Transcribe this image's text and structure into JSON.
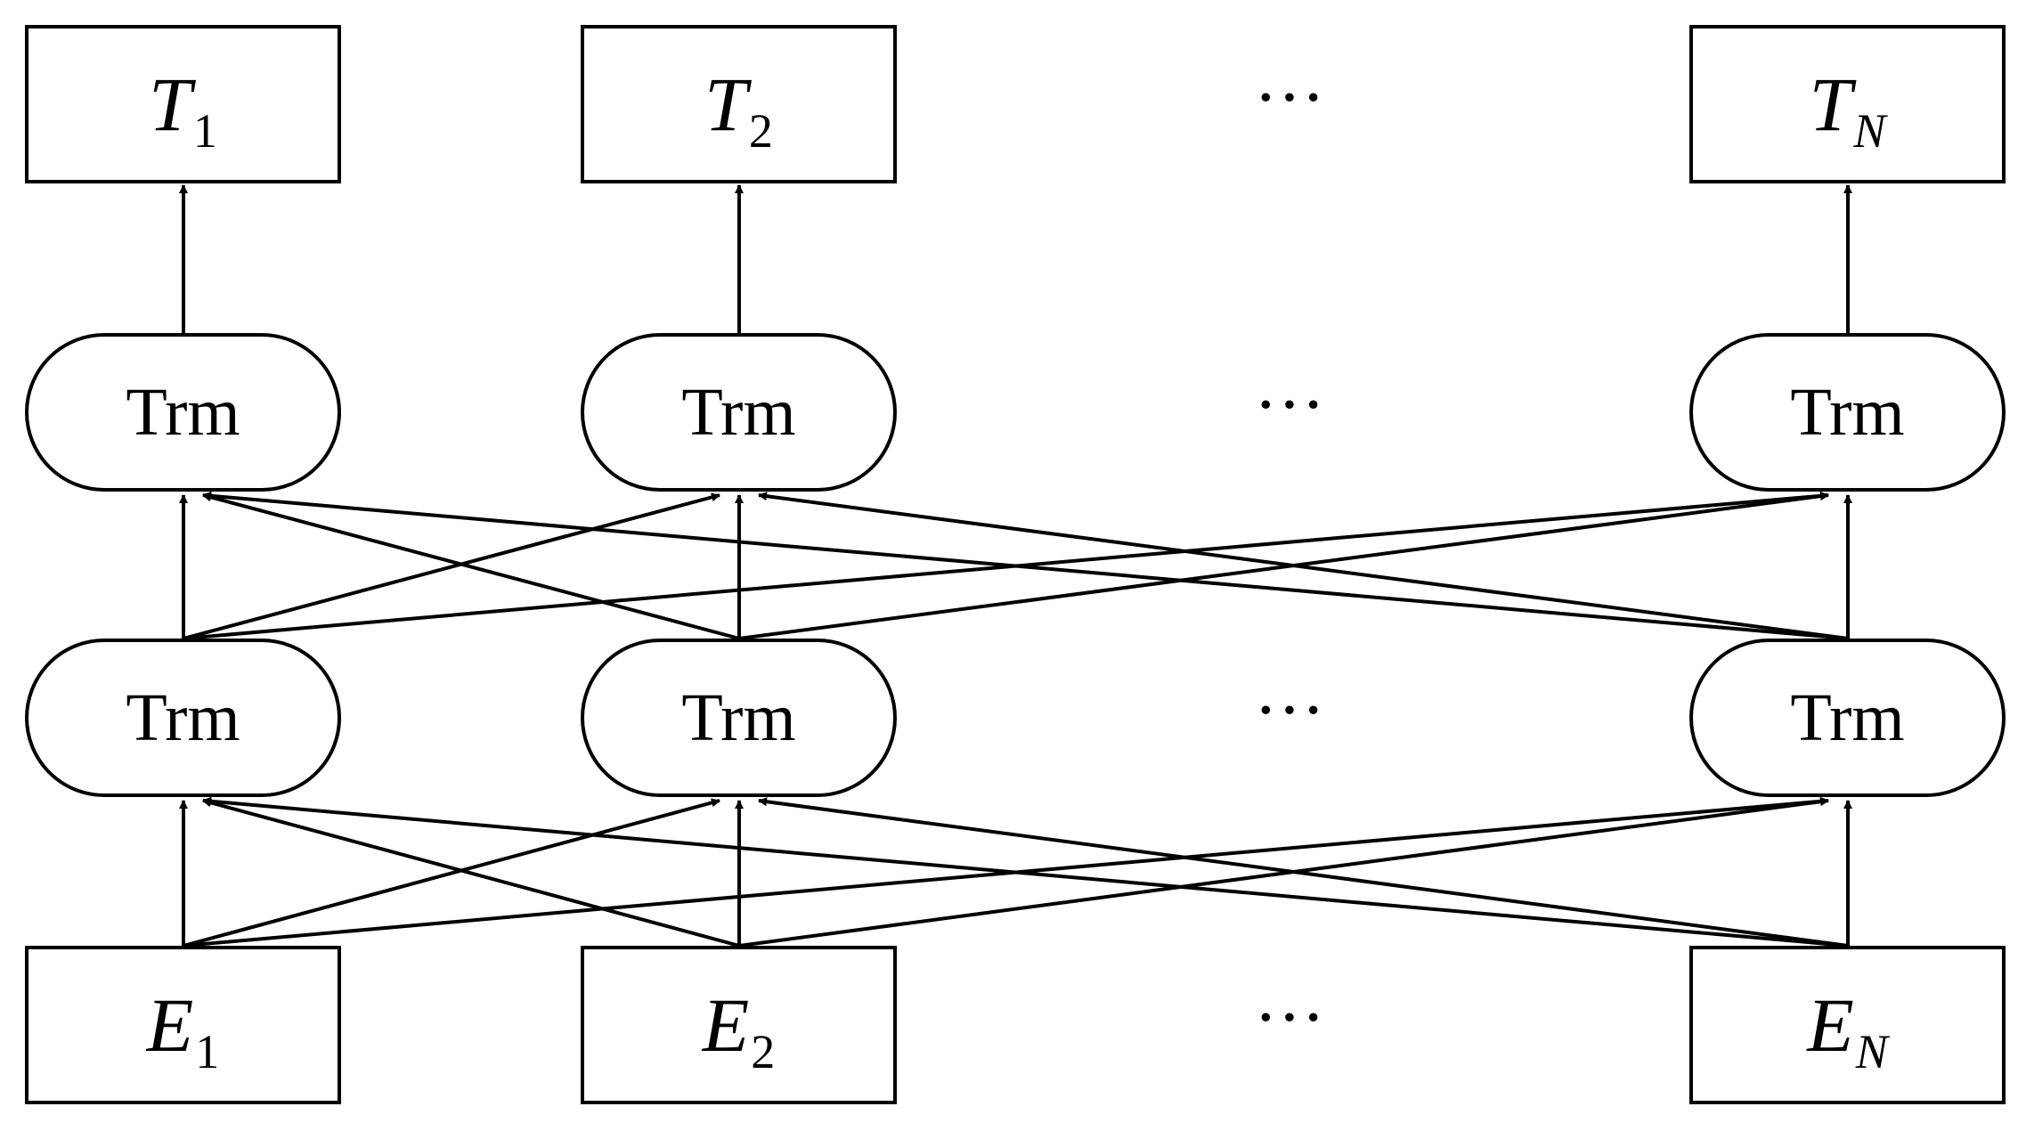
{
  "outputs": [
    {
      "symbol": "T",
      "subscript": "1",
      "sub_italic": false
    },
    {
      "symbol": "T",
      "subscript": "2",
      "sub_italic": false
    },
    {
      "symbol": "T",
      "subscript": "N",
      "sub_italic": true
    }
  ],
  "layer_upper": [
    {
      "label": "Trm"
    },
    {
      "label": "Trm"
    },
    {
      "label": "Trm"
    }
  ],
  "layer_lower": [
    {
      "label": "Trm"
    },
    {
      "label": "Trm"
    },
    {
      "label": "Trm"
    }
  ],
  "inputs": [
    {
      "symbol": "E",
      "subscript": "1",
      "sub_italic": false
    },
    {
      "symbol": "E",
      "subscript": "2",
      "sub_italic": false
    },
    {
      "symbol": "E",
      "subscript": "N",
      "sub_italic": true
    }
  ],
  "ellipsis": "···",
  "connections": "fully-connected between adjacent layers"
}
